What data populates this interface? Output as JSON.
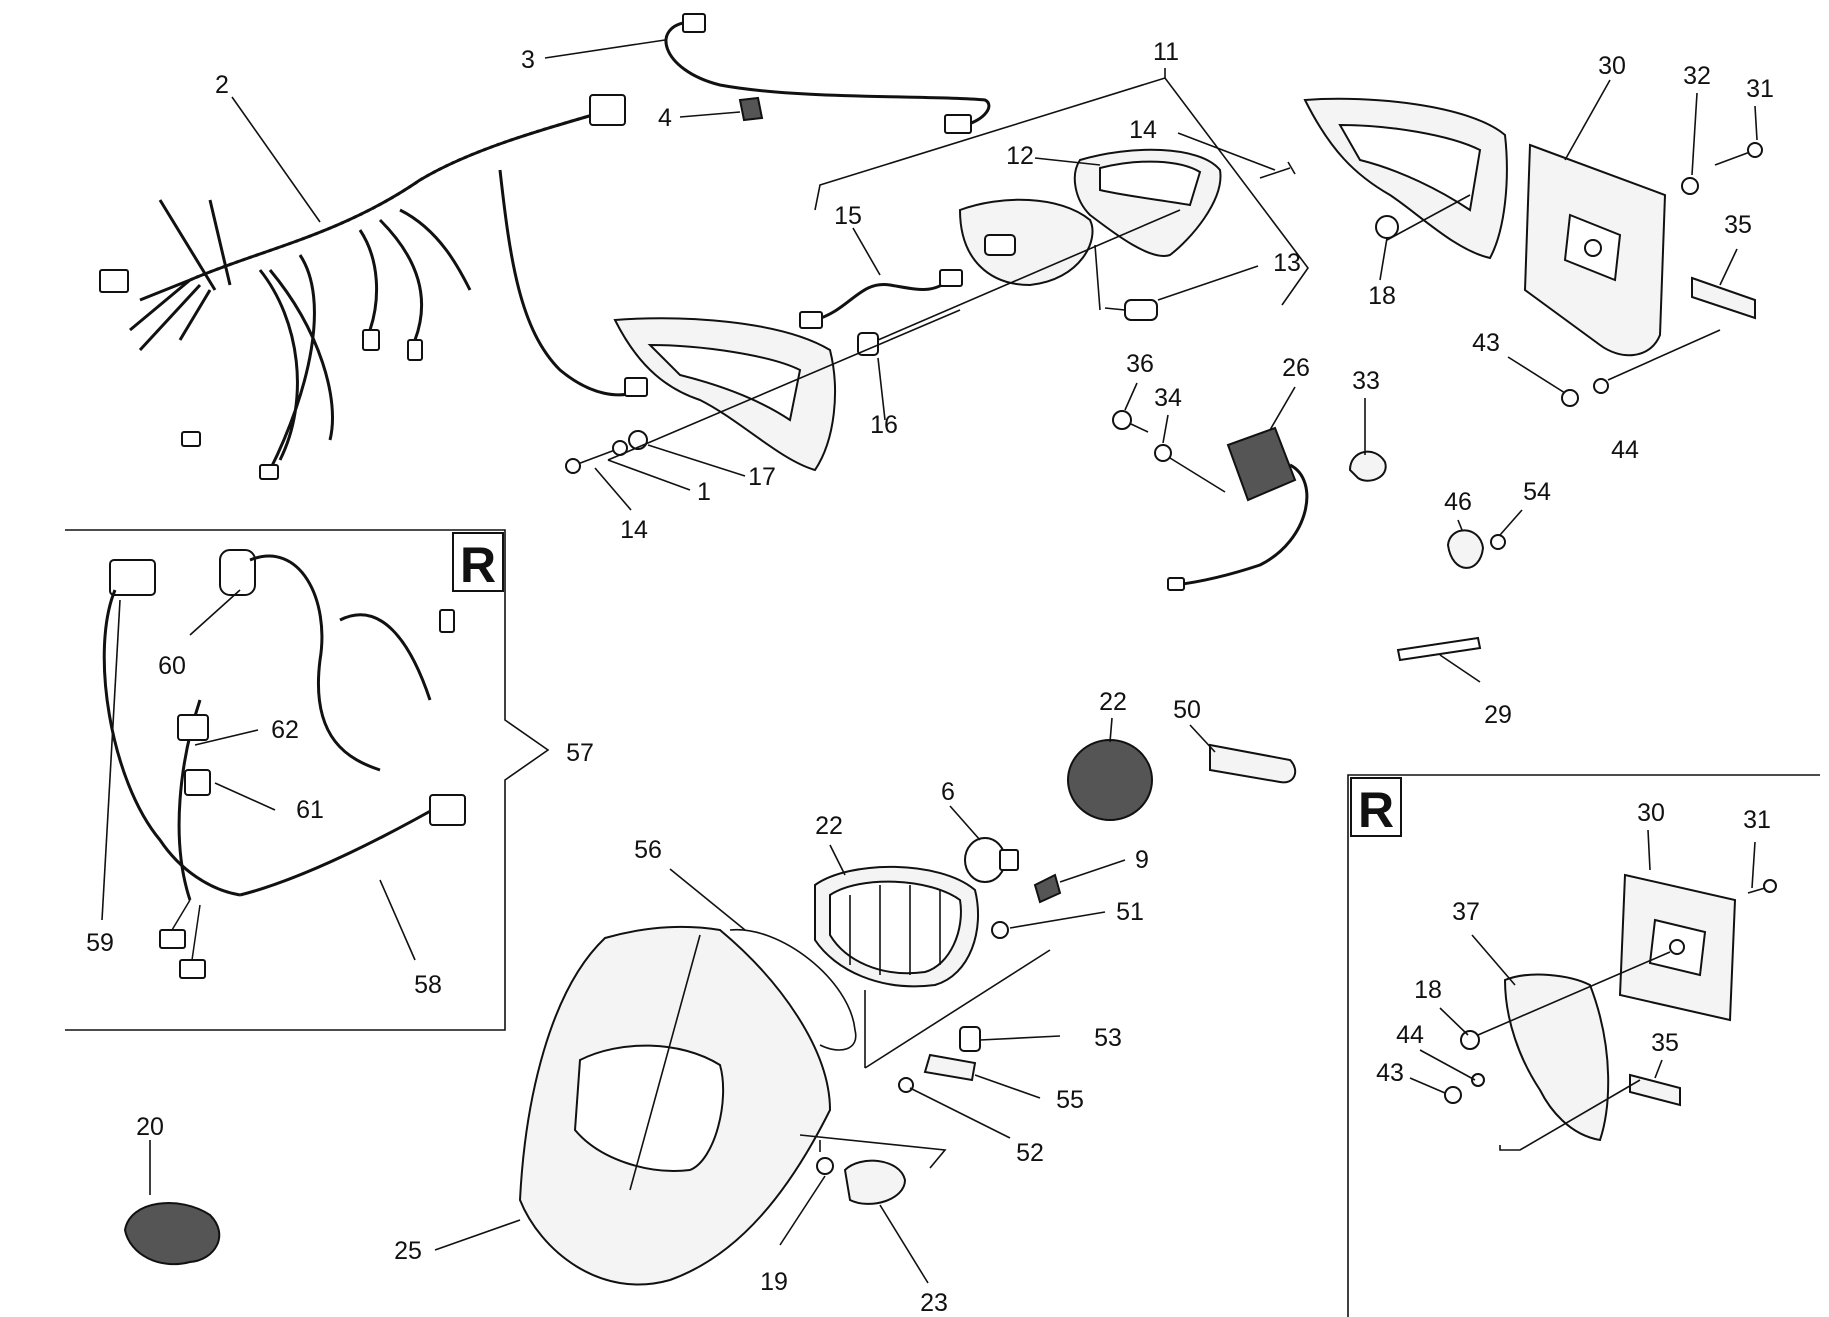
{
  "reference_marks": [
    {
      "id": "r-box-left",
      "label": "R"
    },
    {
      "id": "r-box-right",
      "label": "R"
    }
  ],
  "callouts": [
    {
      "id": "c1",
      "label": "1"
    },
    {
      "id": "c2",
      "label": "2"
    },
    {
      "id": "c3",
      "label": "3"
    },
    {
      "id": "c4",
      "label": "4"
    },
    {
      "id": "c6",
      "label": "6"
    },
    {
      "id": "c9",
      "label": "9"
    },
    {
      "id": "c11",
      "label": "11"
    },
    {
      "id": "c12",
      "label": "12"
    },
    {
      "id": "c13",
      "label": "13"
    },
    {
      "id": "c14a",
      "label": "14"
    },
    {
      "id": "c14b",
      "label": "14"
    },
    {
      "id": "c15",
      "label": "15"
    },
    {
      "id": "c16",
      "label": "16"
    },
    {
      "id": "c17",
      "label": "17"
    },
    {
      "id": "c18a",
      "label": "18"
    },
    {
      "id": "c18b",
      "label": "18"
    },
    {
      "id": "c19",
      "label": "19"
    },
    {
      "id": "c20",
      "label": "20"
    },
    {
      "id": "c22a",
      "label": "22"
    },
    {
      "id": "c22b",
      "label": "22"
    },
    {
      "id": "c23",
      "label": "23"
    },
    {
      "id": "c25",
      "label": "25"
    },
    {
      "id": "c26",
      "label": "26"
    },
    {
      "id": "c29",
      "label": "29"
    },
    {
      "id": "c30a",
      "label": "30"
    },
    {
      "id": "c30b",
      "label": "30"
    },
    {
      "id": "c31a",
      "label": "31"
    },
    {
      "id": "c31b",
      "label": "31"
    },
    {
      "id": "c32",
      "label": "32"
    },
    {
      "id": "c33",
      "label": "33"
    },
    {
      "id": "c34",
      "label": "34"
    },
    {
      "id": "c35a",
      "label": "35"
    },
    {
      "id": "c35b",
      "label": "35"
    },
    {
      "id": "c36",
      "label": "36"
    },
    {
      "id": "c37",
      "label": "37"
    },
    {
      "id": "c43a",
      "label": "43"
    },
    {
      "id": "c43b",
      "label": "43"
    },
    {
      "id": "c44a",
      "label": "44"
    },
    {
      "id": "c44b",
      "label": "44"
    },
    {
      "id": "c46",
      "label": "46"
    },
    {
      "id": "c50",
      "label": "50"
    },
    {
      "id": "c51",
      "label": "51"
    },
    {
      "id": "c52",
      "label": "52"
    },
    {
      "id": "c53",
      "label": "53"
    },
    {
      "id": "c54",
      "label": "54"
    },
    {
      "id": "c55",
      "label": "55"
    },
    {
      "id": "c56",
      "label": "56"
    },
    {
      "id": "c57",
      "label": "57"
    },
    {
      "id": "c58",
      "label": "58"
    },
    {
      "id": "c59",
      "label": "59"
    },
    {
      "id": "c60",
      "label": "60"
    },
    {
      "id": "c61",
      "label": "61"
    },
    {
      "id": "c62",
      "label": "62"
    }
  ]
}
